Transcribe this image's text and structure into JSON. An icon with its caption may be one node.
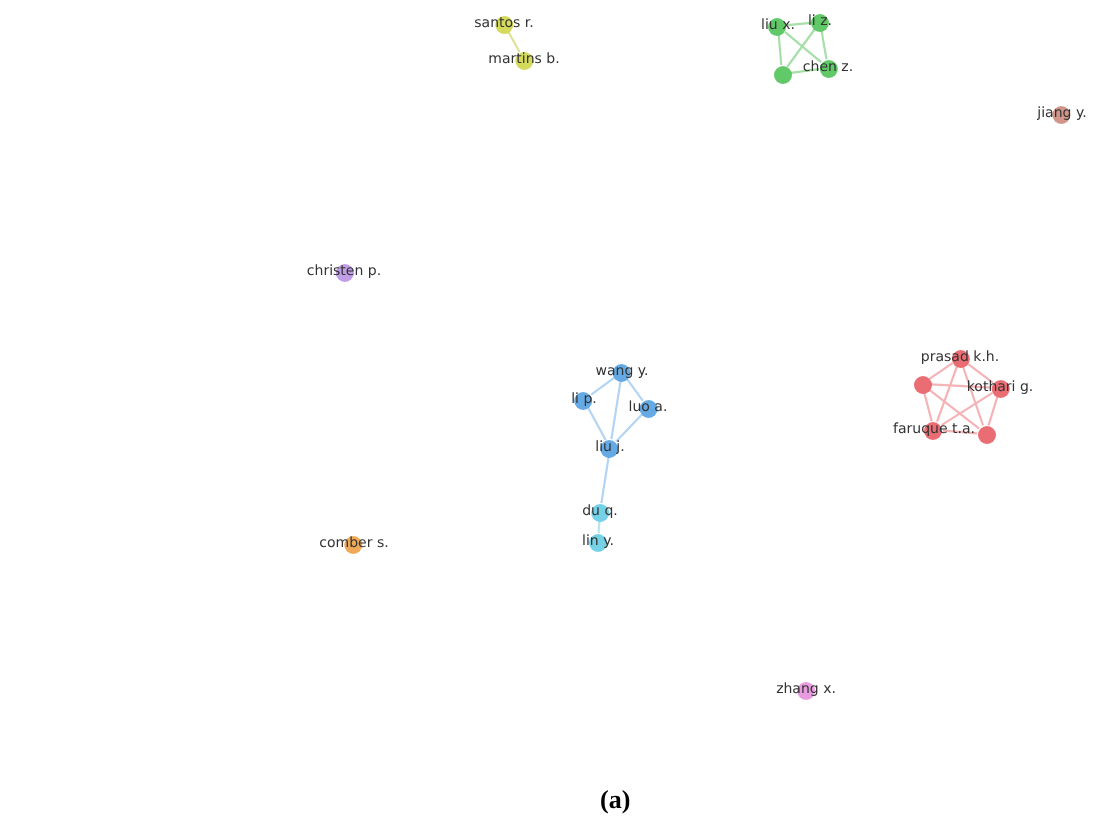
{
  "diagram": {
    "caption": "(a)",
    "nodes": [
      {
        "text": [
          "santos r."
        ]
      },
      {
        "text": [
          "martins b."
        ]
      },
      {
        "text": [
          "liu x."
        ]
      },
      {
        "text": [
          "li z."
        ]
      },
      {
        "text": [],
        "shape": "circle"
      },
      {
        "text": [
          "chen z."
        ]
      },
      {
        "text": [
          "jiang y."
        ]
      },
      {
        "text": [
          "christen p."
        ]
      },
      {
        "text": [
          "wang y."
        ]
      },
      {
        "text": [
          "li p."
        ]
      },
      {
        "text": [
          "luo a."
        ]
      },
      {
        "text": [
          "liu j."
        ]
      },
      {
        "text": [
          "prasad k.h."
        ]
      },
      {
        "text": [],
        "shape": "circle"
      },
      {
        "text": [
          "kothari g."
        ]
      },
      {
        "text": [
          "faruque t.a."
        ]
      },
      {
        "text": [],
        "shape": "circle"
      },
      {
        "text": [
          "du q."
        ]
      },
      {
        "text": [
          "lin y."
        ]
      },
      {
        "text": [
          "comber s."
        ]
      },
      {
        "text": [
          "zhang x."
        ]
      }
    ],
    "edges": [
      {
        "from": 0,
        "to": 1,
        "arrow": "none",
        "color": "#dfe39a"
      },
      {
        "from": 2,
        "to": 3,
        "arrow": "none",
        "color": "#a6dfa8"
      },
      {
        "from": 2,
        "to": 4,
        "arrow": "none",
        "color": "#a6dfa8"
      },
      {
        "from": 2,
        "to": 5,
        "arrow": "none",
        "color": "#a6dfa8"
      },
      {
        "from": 3,
        "to": 4,
        "arrow": "none",
        "color": "#a6dfa8"
      },
      {
        "from": 3,
        "to": 5,
        "arrow": "none",
        "color": "#a6dfa8"
      },
      {
        "from": 4,
        "to": 5,
        "arrow": "none",
        "color": "#a6dfa8"
      },
      {
        "from": 8,
        "to": 9,
        "arrow": "none",
        "color": "#b3d4f2"
      },
      {
        "from": 8,
        "to": 10,
        "arrow": "none",
        "color": "#b3d4f2"
      },
      {
        "from": 8,
        "to": 11,
        "arrow": "none",
        "color": "#b3d4f2"
      },
      {
        "from": 9,
        "to": 11,
        "arrow": "none",
        "color": "#b3d4f2"
      },
      {
        "from": 10,
        "to": 11,
        "arrow": "none",
        "color": "#b3d4f2"
      },
      {
        "from": 11,
        "to": 17,
        "arrow": "none",
        "color": "#b3d4f2"
      },
      {
        "from": 17,
        "to": 18,
        "arrow": "none",
        "color": "#b5e6f0"
      },
      {
        "from": 12,
        "to": 13,
        "arrow": "none",
        "color": "#f4b3b6"
      },
      {
        "from": 12,
        "to": 14,
        "arrow": "none",
        "color": "#f4b3b6"
      },
      {
        "from": 12,
        "to": 15,
        "arrow": "none",
        "color": "#f4b3b6"
      },
      {
        "from": 12,
        "to": 16,
        "arrow": "none",
        "color": "#f4b3b6"
      },
      {
        "from": 13,
        "to": 14,
        "arrow": "none",
        "color": "#f4b3b6"
      },
      {
        "from": 13,
        "to": 15,
        "arrow": "none",
        "color": "#f4b3b6"
      },
      {
        "from": 13,
        "to": 16,
        "arrow": "none",
        "color": "#f4b3b6"
      },
      {
        "from": 14,
        "to": 15,
        "arrow": "none",
        "color": "#f4b3b6"
      },
      {
        "from": 14,
        "to": 16,
        "arrow": "none",
        "color": "#f4b3b6"
      },
      {
        "from": 15,
        "to": 16,
        "arrow": "none",
        "color": "#f4b3b6"
      }
    ]
  }
}
